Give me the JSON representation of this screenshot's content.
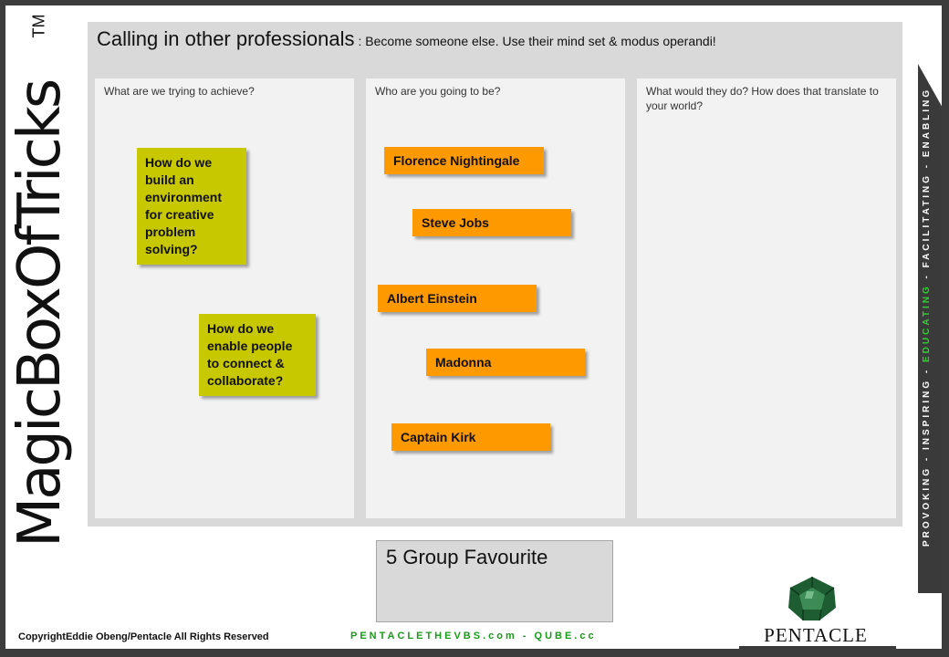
{
  "brand": {
    "name": "MagicBoxOfTricks",
    "tm": "TM"
  },
  "header": {
    "title": "Calling in other professionals",
    "subtitle": ":  Become someone else. Use their mind set & modus operandi!"
  },
  "columns": [
    {
      "label": "What are we  trying  to achieve?"
    },
    {
      "label": "Who are you going to be?"
    },
    {
      "label": "What would  they do? How does that translate  to your world?"
    }
  ],
  "goal_notes": [
    {
      "text": "How do we build an environment for creative problem solving?"
    },
    {
      "text": "How do we enable people to connect & collaborate?"
    }
  ],
  "persona_notes": [
    {
      "text": "Florence Nightingale"
    },
    {
      "text": "Steve Jobs"
    },
    {
      "text": "Albert Einstein"
    },
    {
      "text": "Madonna"
    },
    {
      "text": "Captain Kirk"
    }
  ],
  "favourite": {
    "label": "5 Group Favourite"
  },
  "tagline": {
    "part1": "PROVOKING - INSPIRING - ",
    "part2": "EDUCATING",
    "part3": " - FACILITATING - ENABLING"
  },
  "footer": {
    "copyright": "CopyrightEddie Obeng/Pentacle   All Rights Reserved",
    "site": "PENTACLETHEVBS.com  -  QUBE.cc"
  },
  "logo": {
    "name": "PENTACLE",
    "icon": "dodecahedron-icon",
    "color": "#1e5c32"
  },
  "colors": {
    "goal_note": "#c8c800",
    "persona_note": "#ff9900",
    "accent_green": "#2fd12f"
  }
}
